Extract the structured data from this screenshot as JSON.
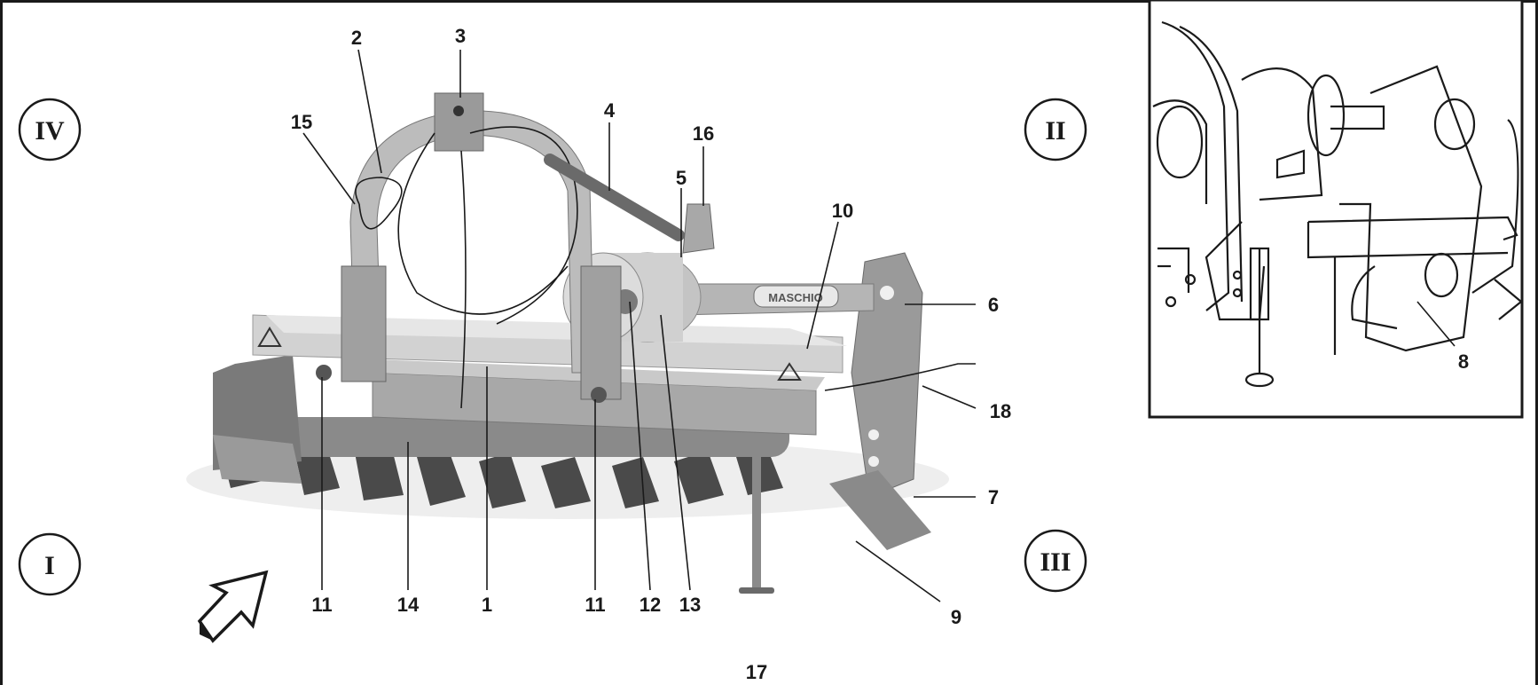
{
  "figure": {
    "brand_plate": "MASCHIO",
    "part_numbers": [
      "1",
      "2",
      "3",
      "4",
      "5",
      "6",
      "7",
      "8",
      "9",
      "10",
      "11",
      "12",
      "13",
      "14",
      "15",
      "16",
      "17",
      "18"
    ],
    "numbers": {
      "n1": "1",
      "n2": "2",
      "n3": "3",
      "n4": "4",
      "n5": "5",
      "n6": "6",
      "n7": "7",
      "n8": "8",
      "n9": "9",
      "n10": "10",
      "n11a": "11",
      "n11b": "11",
      "n12": "12",
      "n13": "13",
      "n14": "14",
      "n15": "15",
      "n16": "16",
      "n17": "17",
      "n18": "18"
    },
    "views": {
      "I": "I",
      "II": "II",
      "III": "III",
      "IV": "IV"
    },
    "direction_arrow": "forward-travel-arrow"
  },
  "colors": {
    "ink": "#1a1a1a",
    "machine_light": "#bdbdbd",
    "machine_dark": "#6e6e6e",
    "shadow": "#e4e4e4"
  }
}
